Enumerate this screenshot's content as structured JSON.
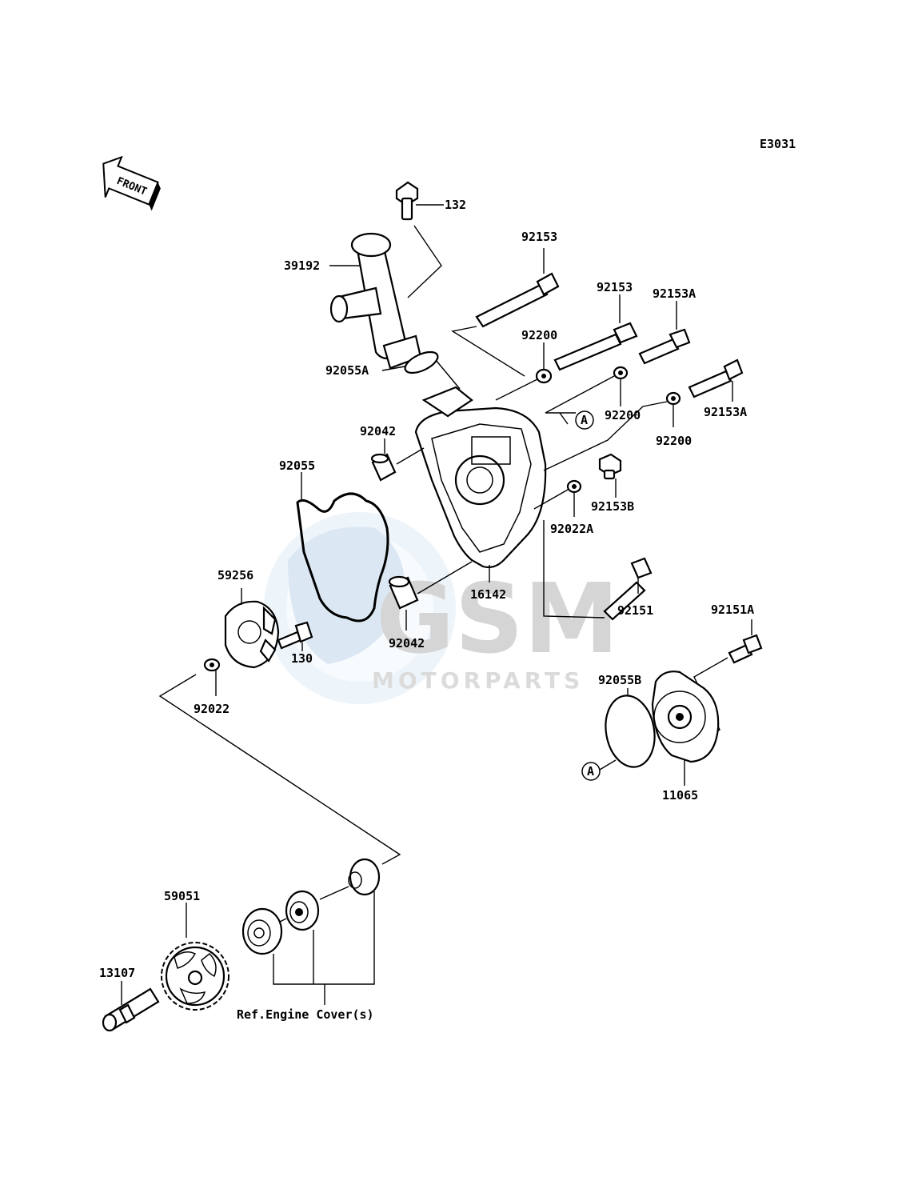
{
  "diagram": {
    "code": "E3031",
    "front_label": "FRONT",
    "watermark": {
      "brand": "GSM",
      "sub": "MOTORPARTS"
    },
    "reference_note": "Ref.Engine Cover(s)",
    "callout_a": "A",
    "parts": {
      "p132": "132",
      "p39192": "39192",
      "p92153_top": "92153",
      "p92153_mid": "92153",
      "p92153A_top": "92153A",
      "p92153A_right": "92153A",
      "p92200_top": "92200",
      "p92200_mid": "92200",
      "p92200_low": "92200",
      "p92055A": "92055A",
      "p92042_top": "92042",
      "p92042_low": "92042",
      "p92055": "92055",
      "p92153B": "92153B",
      "p92022A": "92022A",
      "p59256": "59256",
      "p16142": "16142",
      "p92151": "92151",
      "p92151A": "92151A",
      "p130": "130",
      "p92055B": "92055B",
      "p92022": "92022",
      "p11065": "11065",
      "p59051": "59051",
      "p13107": "13107"
    }
  }
}
